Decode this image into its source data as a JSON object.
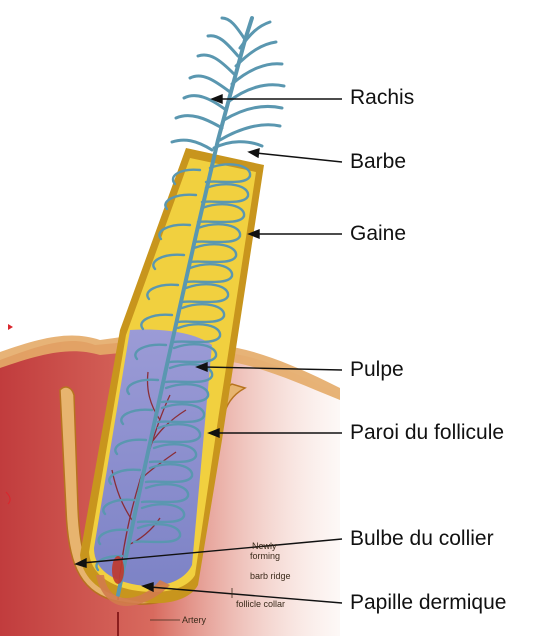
{
  "labels": {
    "rachis": "Rachis",
    "barbe": "Barbe",
    "gaine": "Gaine",
    "pulpe": "Pulpe",
    "paroi": "Paroi du follicule",
    "bulbe": "Bulbe du collier",
    "papille": "Papille dermique"
  },
  "small_labels": {
    "newly_line1": "Newly",
    "newly_line2": "forming",
    "newly_line3": "barb ridge",
    "follicle_collar": "follicle collar",
    "artery": "Artery"
  },
  "colors": {
    "barb": "#5a97b0",
    "sheath_outer": "#c8951d",
    "sheath_fill": "#f1d03f",
    "pulp": "#8a8bcc",
    "skin_top": "#e2a761",
    "dermis": "#c64a45",
    "vessel": "#8a1d1d"
  }
}
